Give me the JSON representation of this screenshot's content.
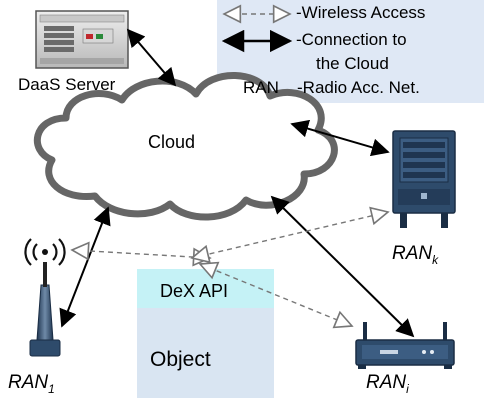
{
  "legend": {
    "wireless_label": "-Wireless Access",
    "connection_label_1": "-Connection to",
    "connection_label_2": "the Cloud",
    "ran_key": "RAN",
    "ran_label": "-Radio Acc. Net."
  },
  "nodes": {
    "daas_server": "DaaS Server",
    "cloud": "Cloud",
    "ran_1": {
      "name": "RAN",
      "sub": "1"
    },
    "ran_k": {
      "name": "RAN",
      "sub": "k"
    },
    "ran_i": {
      "name": "RAN",
      "sub": "i"
    },
    "dex_api": "DeX API",
    "object": "Object"
  },
  "colors": {
    "legend_bg": "#dfe8f5",
    "dex_bg": "#c5f2f6",
    "object_bg": "#d9e5f2",
    "device_blue": "#2e4b6b"
  }
}
